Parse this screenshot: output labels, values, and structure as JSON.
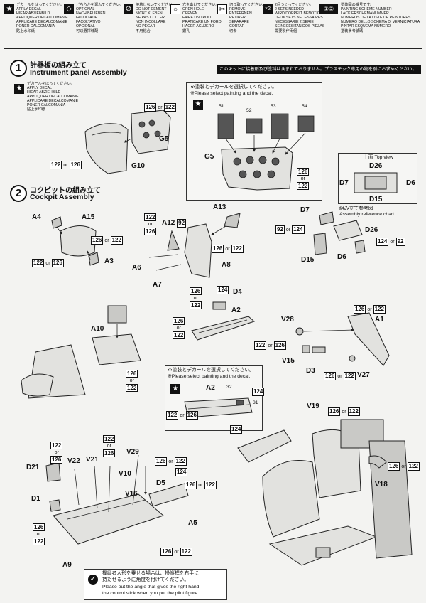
{
  "legend": [
    {
      "symbol": "★",
      "lines": [
        "デカールをはってください。",
        "APPLY DECAL",
        "HIEAR ABZIEHBILD",
        "APPLIQUER DECALCOMANIE",
        "APPLICARE DECALCOMANIE",
        "PONER CALCOMANIA",
        "貼上水印紙"
      ]
    },
    {
      "symbol": "◇",
      "lines": [
        "どちらかを選んでください。",
        "OPTIONAL",
        "NACH BELIEBEN",
        "FACULTATIF",
        "FACOLTATIVO",
        "OPCIONAL",
        "可以選擇裝配"
      ]
    },
    {
      "symbol": "⊘",
      "lines": [
        "接着しないでください。",
        "DO NOT CEMENT",
        "NICHT KLEBEN",
        "NE PAS COLLER",
        "NON INCOLLARE",
        "NO PEGAR",
        "不用粘合"
      ]
    },
    {
      "symbol": "○",
      "lines": [
        "穴をあけてください。",
        "OPEN HOLE",
        "ÖFFNEN",
        "FAIRE UN TROU",
        "PRATICARE UN FORO",
        "HACER AGUJERO",
        "鑽孔"
      ]
    },
    {
      "symbol": "✂",
      "lines": [
        "切り取ってください。",
        "REMOVE",
        "ENTFERNEN",
        "RETIRER",
        "SEPARARE",
        "CORTAR",
        "切去"
      ]
    },
    {
      "symbol": "×2",
      "lines": [
        "2個つくってください。",
        "2 SETS NEEDED",
        "WIRD DOPPELT BENÖTIGT",
        "DEUX SETS NECESSAIRES",
        "NECESSARIE 2 SERIE",
        "SE NECESITAN DOS PIEZAS",
        "需要製作兩個"
      ]
    },
    {
      "symbol": "①②",
      "lines": [
        "塗装図の番号です。",
        "PAINTING SCHEME NUMBER",
        "LACKIERSCHEMANUMMER",
        "NUMEROS DE LA LISTE DE PEINTURES",
        "NUMERO DELLO SCHEMA DI VERNICIATURA",
        "PINTAR ESQUEMA NÚMERO",
        "塗裝參考號碼"
      ]
    }
  ],
  "banner": "このキットに接着剤及び塗料は含まれておりません。プラスチック専用の物を別にお求めください。",
  "step1": {
    "number": "1",
    "jp": "計器板の組み立て",
    "en": "Instrument panel Assembly",
    "decal_lines": [
      "デカールをはってください。",
      "APPLY DECAL",
      "HIEAR ABZIEHBILD",
      "APPLIQUER DECALCOMANIE",
      "APPLICARE DECALCOMANIE",
      "PONER CALCOMANIA",
      "貼上水印紙"
    ],
    "select_jp": "※塗装とデカールを選択してください。",
    "select_en": "※Please select painting and the decal.",
    "decal_numbers": [
      "51",
      "52",
      "53",
      "54"
    ],
    "parts": {
      "g5": "G5",
      "g5b": "G5",
      "g10": "G10"
    }
  },
  "step2": {
    "number": "2",
    "jp": "コクピットの組み立て",
    "en": "Cockpit Assembly",
    "topview_jp": "上面",
    "topview_en": "Top view",
    "ref_jp": "組み立て参考図",
    "ref_en": "Assembly reference chart",
    "select_jp": "※塗装とデカールを選択してください。",
    "select_en": "※Please select painting and the decal.",
    "decal_numbers": [
      "32",
      "31"
    ],
    "pilot_note_jp1": "操縦者人形を乗せる場合は、操縦桿を右手に",
    "pilot_note_jp2": "持たせるように角度を付けてください。",
    "pilot_note_en1": "Please put the angle that gives the right hand",
    "pilot_note_en2": "the control stick when you put the pilot figure.",
    "parts": {
      "a4": "A4",
      "a15": "A15",
      "a3": "A3",
      "a12": "A12",
      "a13": "A13",
      "a6": "A6",
      "a7": "A7",
      "a8": "A8",
      "d4": "D4",
      "a2": "A2",
      "a10": "A10",
      "d7": "D7",
      "d26": "D26",
      "d15": "D15",
      "d6": "D6",
      "tv_d26": "D26",
      "tv_d7": "D7",
      "tv_d6": "D6",
      "tv_d15": "D15",
      "v28": "V28",
      "a1": "A1",
      "v15": "V15",
      "d3": "D3",
      "v27": "V27",
      "a2b": "A2",
      "v19": "V19",
      "v18": "V18",
      "d21": "D21",
      "v22": "V22",
      "v21": "V21",
      "v29": "V29",
      "v10": "V10",
      "d5": "D5",
      "v16": "V16",
      "d1": "D1",
      "a5": "A5",
      "a9": "A9"
    }
  },
  "paint": {
    "c122": "122",
    "c126": "126",
    "c124": "124",
    "c92": "92",
    "or": "or"
  }
}
